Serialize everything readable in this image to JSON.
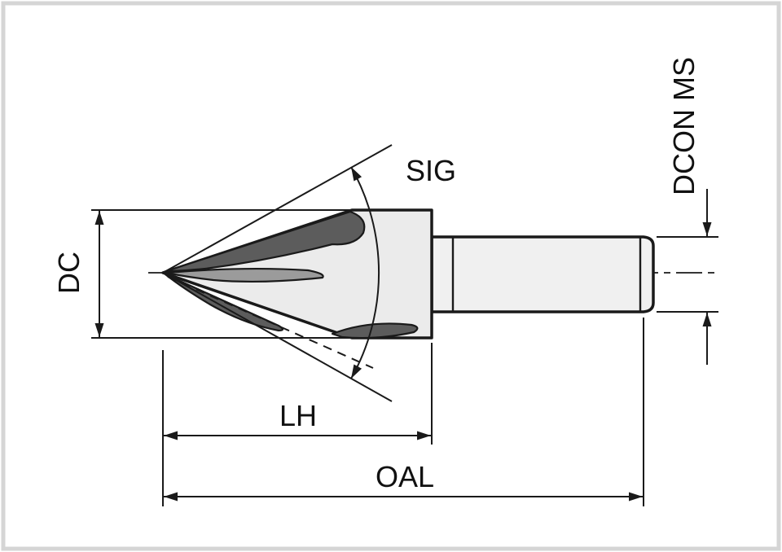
{
  "labels": {
    "point_angle": "SIG",
    "cutting_diameter": "DC",
    "head_length": "LH",
    "overall_length": "OAL",
    "shank_diameter": "DCON MS"
  },
  "colors": {
    "line": "#1a1a1a",
    "tool_fill": "#ebebeb",
    "shank_fill": "#f0f0f0",
    "flute_dark": "#5c5c5c",
    "flute_mid": "#9b9b9b",
    "background": "#ffffff",
    "frame": "#d5d5d5"
  }
}
